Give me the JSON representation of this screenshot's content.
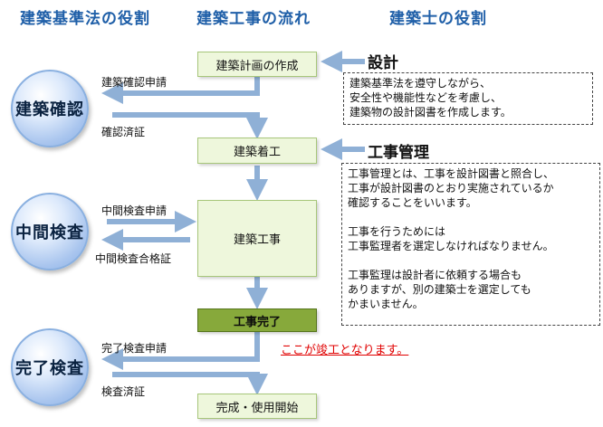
{
  "headings": {
    "law": "建築基準法の役割",
    "flow": "建築工事の流れ",
    "architect": "建築士の役割"
  },
  "inspections": {
    "confirm": "建築確認",
    "midterm": "中間検査",
    "final": "完了検査"
  },
  "steps": {
    "plan": "建築計画の作成",
    "start": "建築着工",
    "construction": "建築工事",
    "complete": "工事完了",
    "open": "完成・使用開始"
  },
  "labels": {
    "confirm_request": "建築確認申請",
    "confirm_done": "確認済証",
    "mid_request": "中間検査申請",
    "mid_cert": "中間検査合格証",
    "final_request": "完了検査申請",
    "final_done": "検査済証"
  },
  "roles": {
    "design": "設計",
    "supervision": "工事管理"
  },
  "design_note": [
    "建築基準法を遵守しながら、",
    "安全性や機能性などを考慮し、",
    "建築物の設計図書を作成します。"
  ],
  "supervision_note": [
    "工事管理とは、工事を設計図書と照合し、",
    "工事が設計図書のとおり実施されているか",
    "確認することをいいます。",
    "",
    "工事を行うためには",
    "工事監理者を選定しなければなりません。",
    "",
    "工事監理は設計者に依頼する場合も",
    "ありますが、別の建築士を選定しても",
    "かまいません。"
  ],
  "completion_note": "ここが竣工となります。"
}
